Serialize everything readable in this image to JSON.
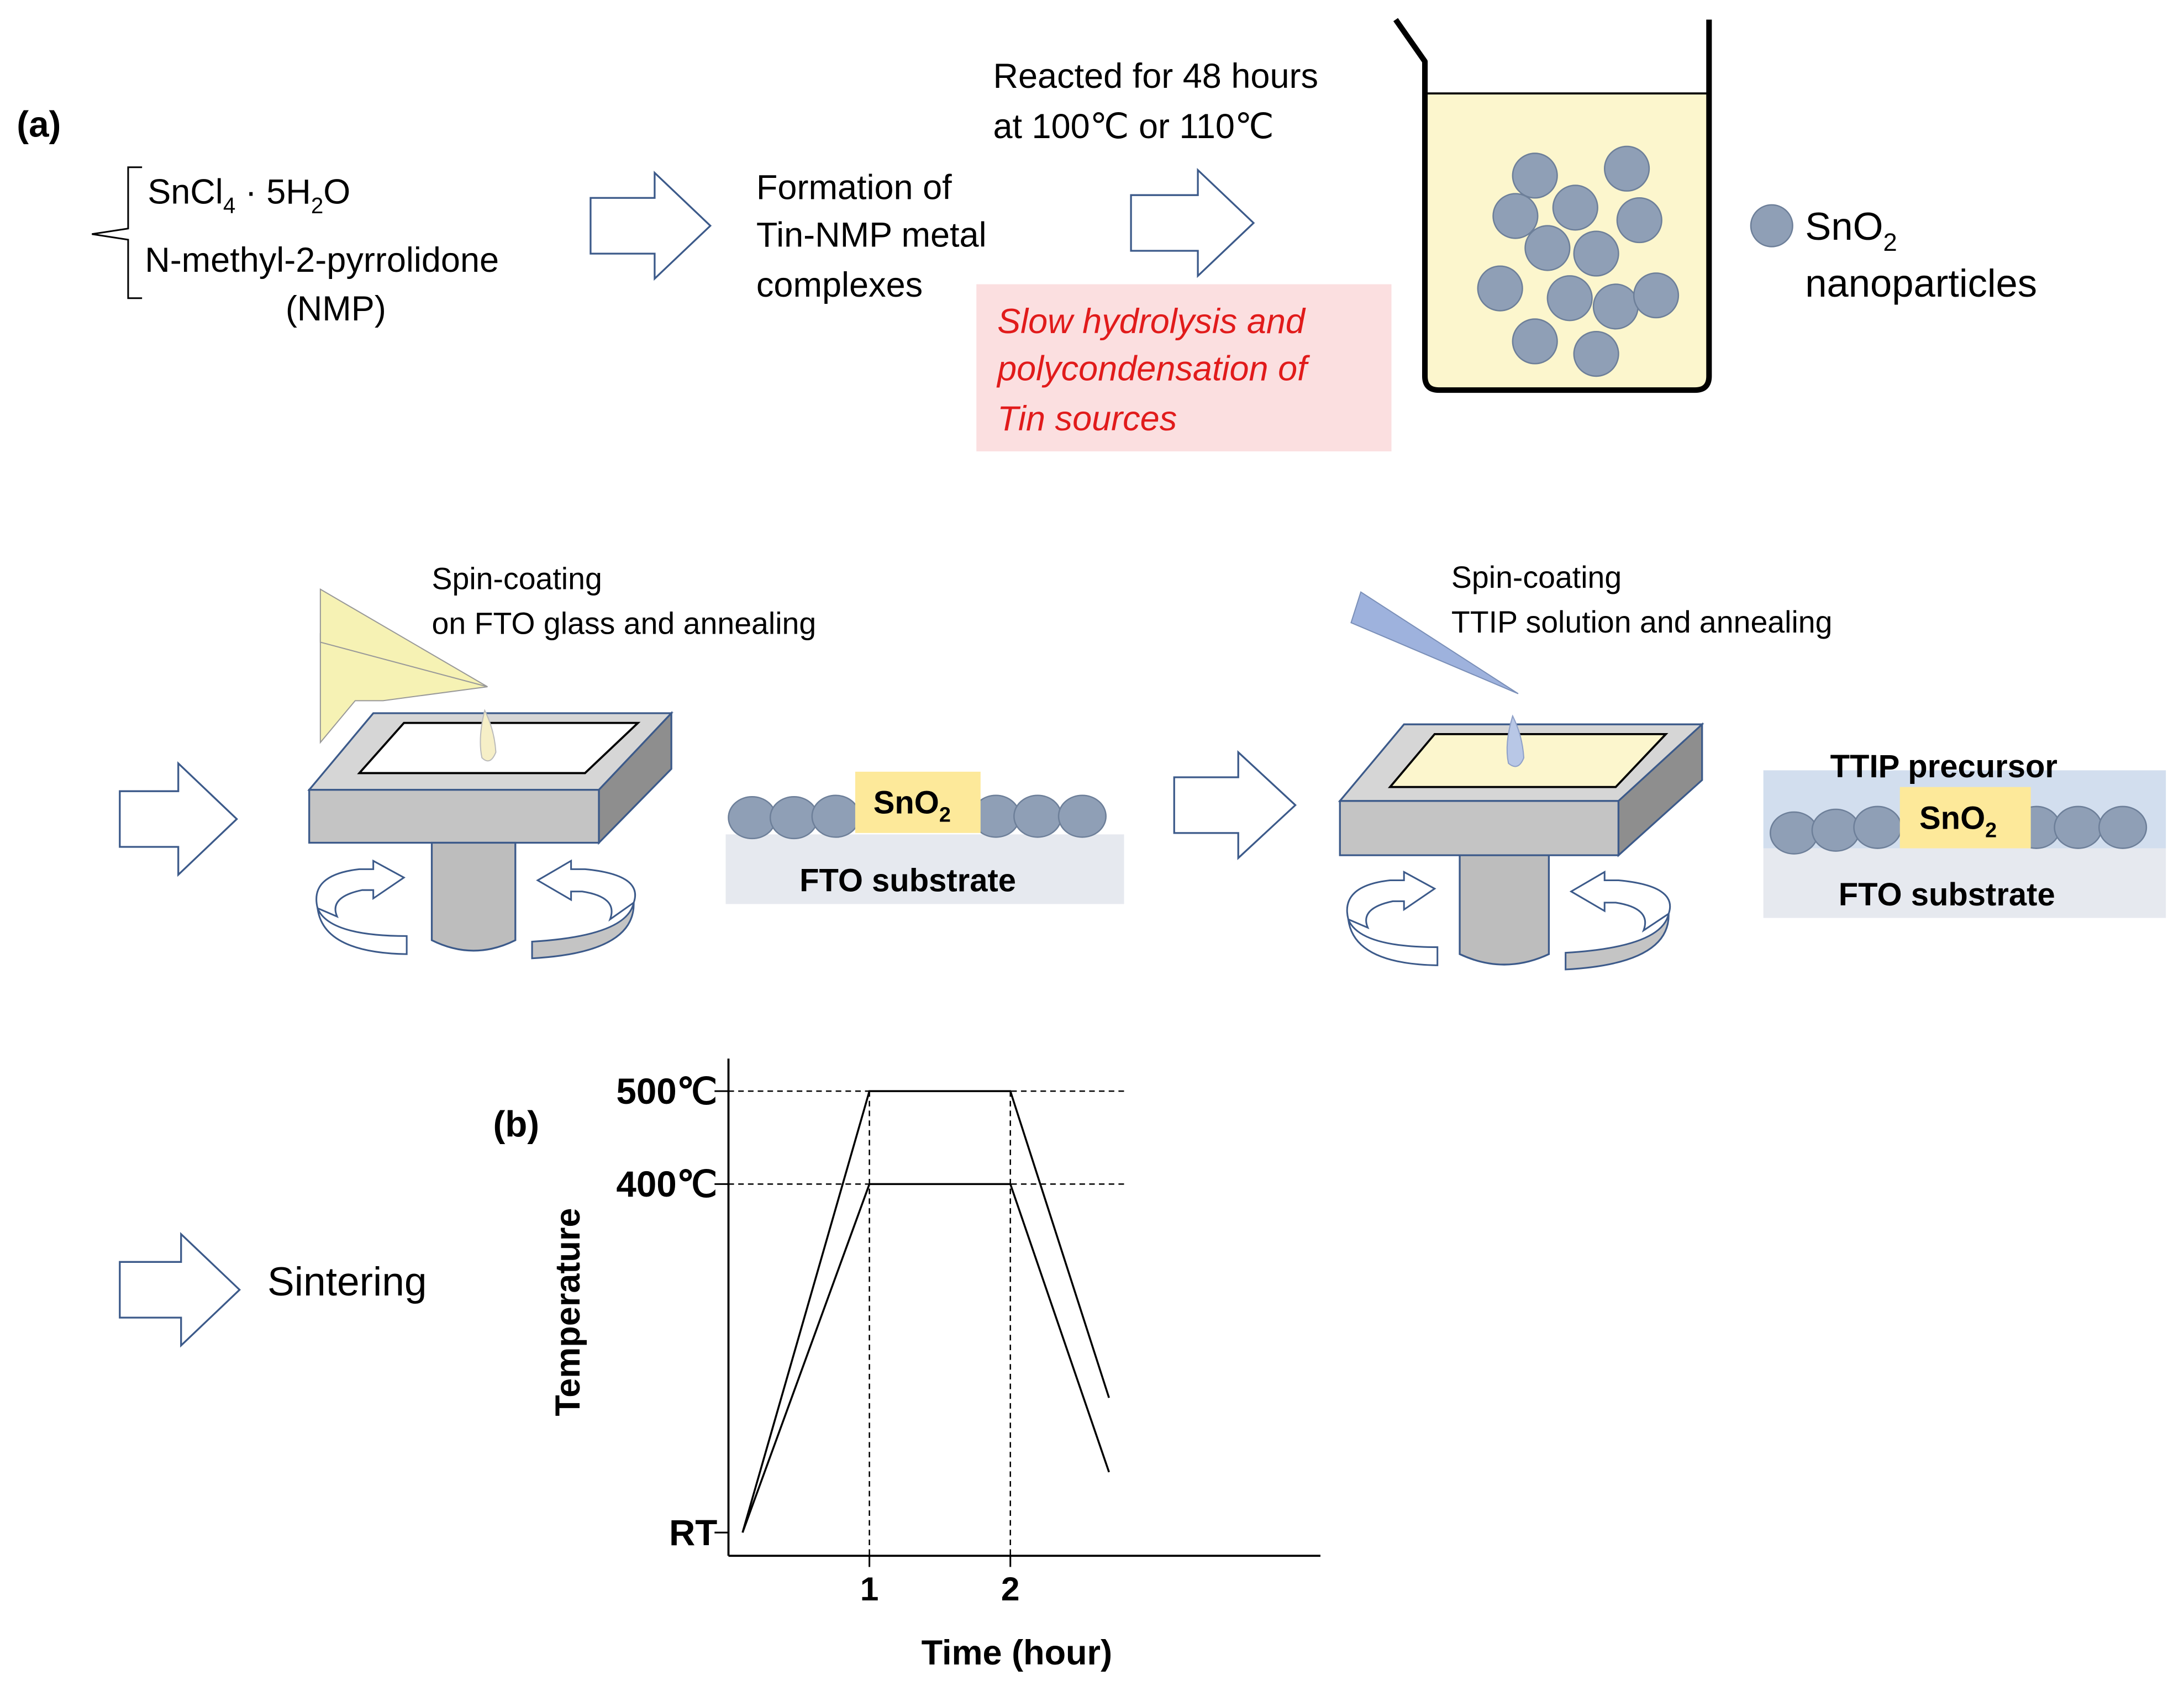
{
  "panel_a": {
    "label": "(a)",
    "reagents": {
      "sncl_base": "SnCl",
      "sncl_sub": "4",
      "water_base": " · 5H",
      "water_sub": "2",
      "water_end": "O",
      "solvent": "N-methyl-2-pyrrolidone",
      "solvent_abbr": "(NMP)"
    },
    "complex": [
      "Formation  of",
      "Tin-NMP  metal",
      "complexes"
    ],
    "reaction": [
      "Reacted for 48 hours",
      "at 100℃ or 110℃"
    ],
    "hydrolysis": [
      "Slow hydrolysis and",
      "polycondensation of",
      "Tin sources"
    ],
    "legend_base": "SnO",
    "legend_sub": "2",
    "legend_text": "nanoparticles",
    "spin1": [
      "Spin-coating",
      "on FTO glass and annealing"
    ],
    "spin2": [
      "Spin-coating",
      "TTIP solution and annealing"
    ],
    "layer_sno2_base": "SnO",
    "layer_sno2_sub": "2",
    "substrate": "FTO substrate",
    "ttip_label": "TTIP precursor",
    "sintering": "Sintering"
  },
  "colors": {
    "particle": "#8f9fb6",
    "particle_stroke": "#6d7f99",
    "beaker_fill": "#fcf6cd",
    "hydrolysis_text": "#e11b1b",
    "hydrolysis_bg": "#fbdfe0",
    "sno2_label_bg": "#fde99a",
    "substrate_bg": "#e6e9ef",
    "ttip_bg": "#d2deee",
    "spinner_gray": "#bdbdbd",
    "spinner_edge": "#3c5a8a",
    "pipette_yellow": "#f6f2b4",
    "pipette_blue": "#9eb2dd"
  },
  "chart_data": {
    "type": "line",
    "panel_label": "(b)",
    "xlabel": "Time (hour)",
    "ylabel": "Temperature",
    "x_ticks": [
      1,
      2
    ],
    "y_ticks": [
      {
        "label": "RT",
        "value": 25
      },
      {
        "label": "400℃",
        "value": 400
      },
      {
        "label": "500℃",
        "value": 500
      }
    ],
    "xlim": [
      0,
      4.2
    ],
    "ylim": [
      0,
      535
    ],
    "series": [
      {
        "x": [
          0.1,
          1.0,
          2.0,
          2.7
        ],
        "y": [
          25,
          500,
          500,
          170
        ]
      },
      {
        "x": [
          0.1,
          1.0,
          2.0,
          2.7
        ],
        "y": [
          25,
          400,
          400,
          90
        ]
      }
    ],
    "reference_lines": [
      {
        "axis": "y",
        "value": 500
      },
      {
        "axis": "y",
        "value": 400
      },
      {
        "axis": "x",
        "value": 1
      },
      {
        "axis": "x",
        "value": 2
      }
    ],
    "grid": false
  }
}
